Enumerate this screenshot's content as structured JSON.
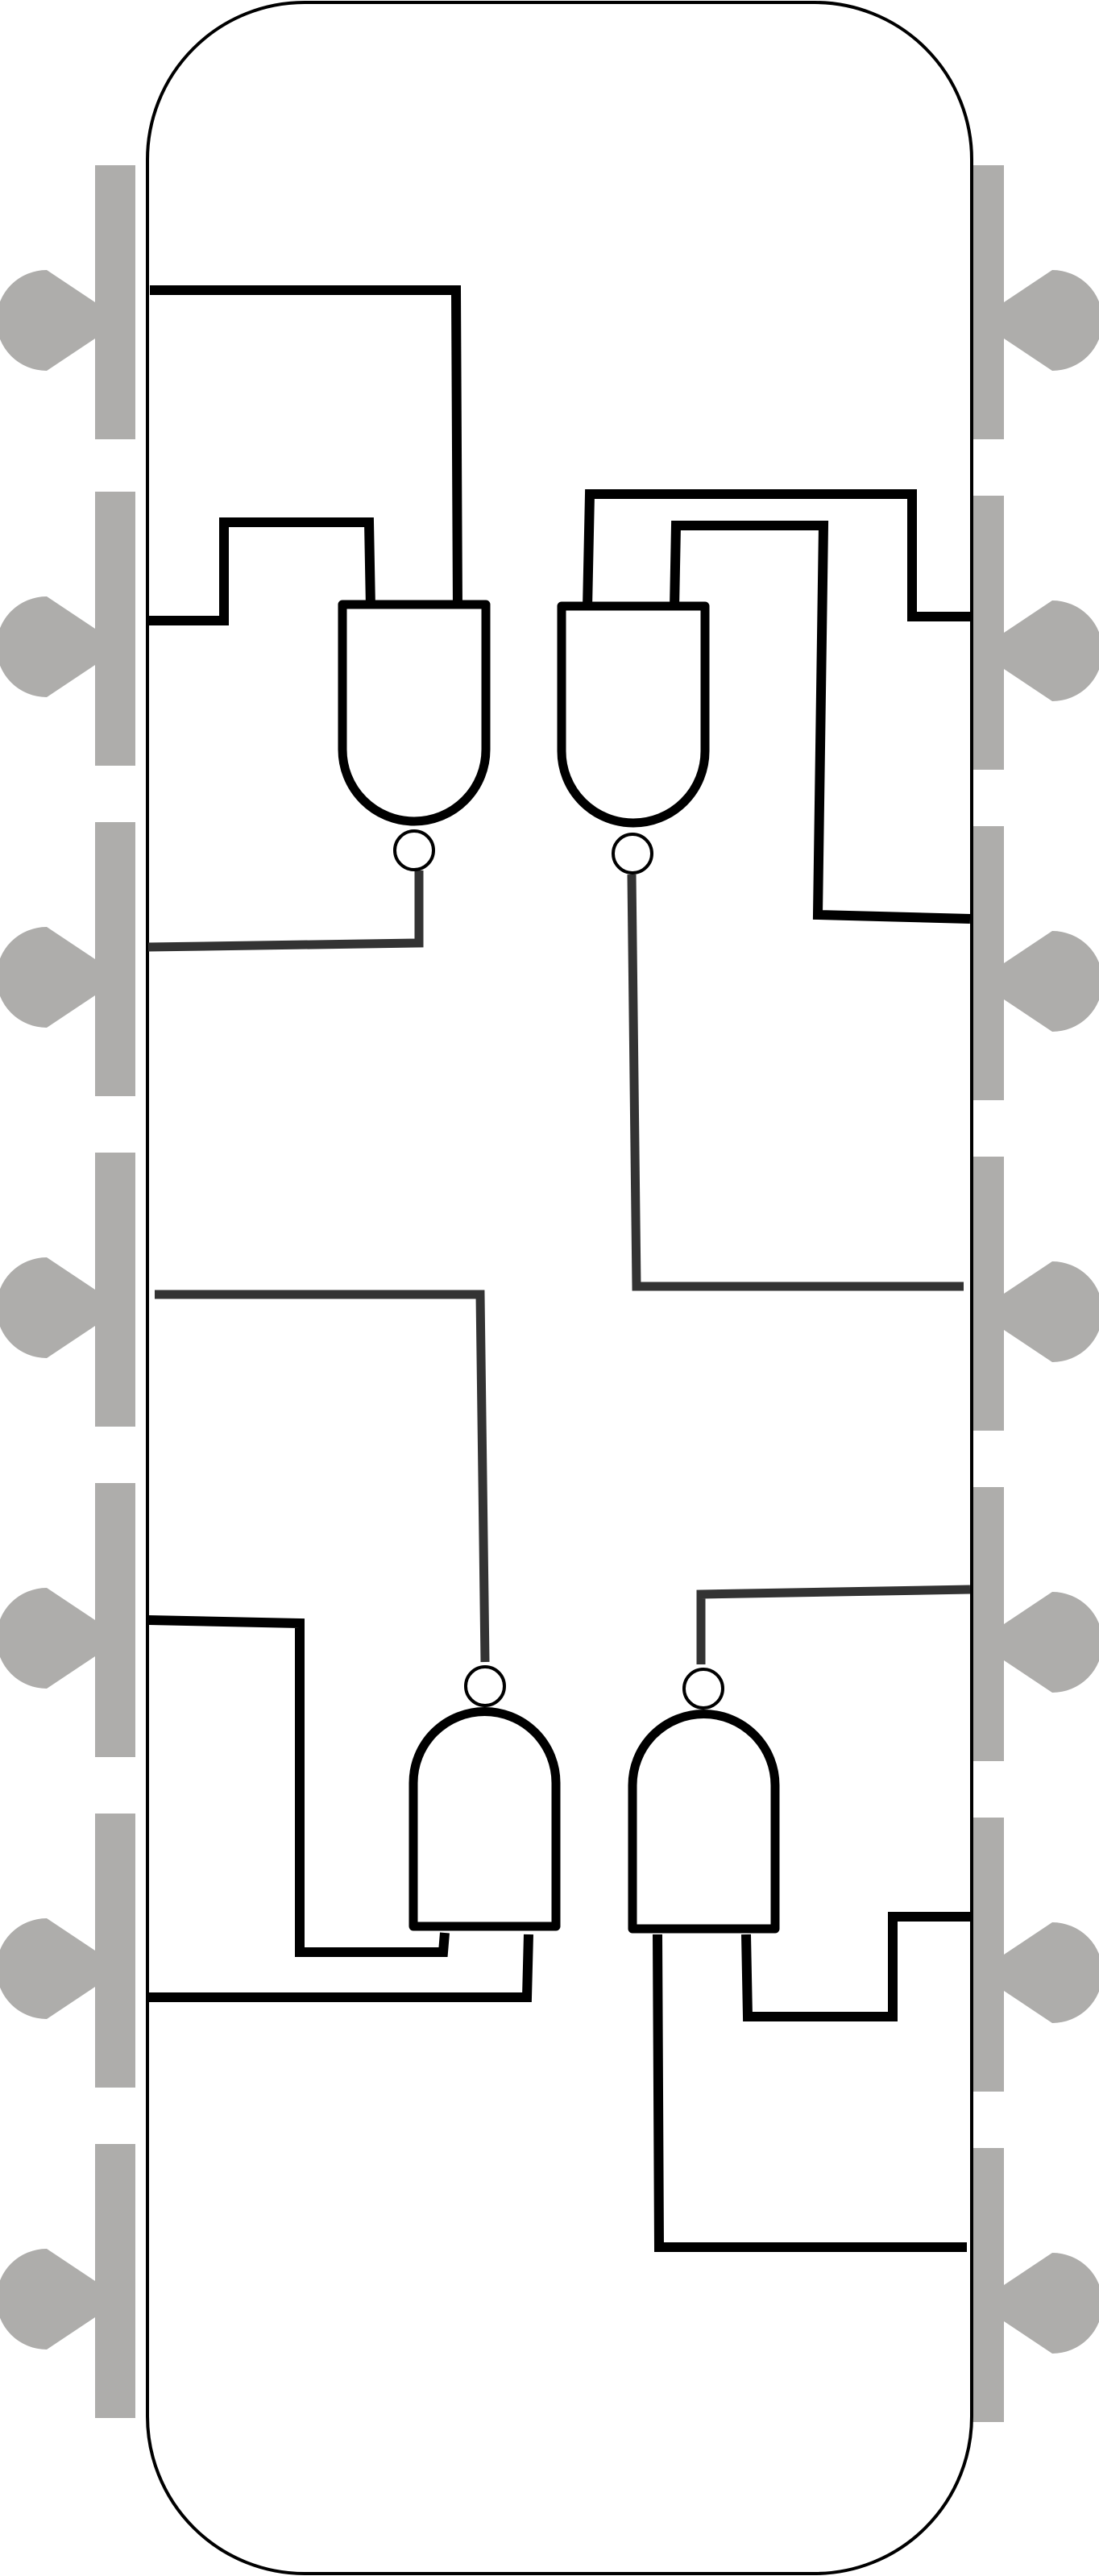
{
  "diagram": {
    "kind": "7400 quad 2-input NAND chip pinout",
    "colors": {
      "pin": "#aeadab",
      "wire": "#000000",
      "outline": "#000000",
      "background": "#ffffff"
    },
    "left_pins": [
      "pin",
      "pin",
      "pin",
      "pin",
      "pin",
      "pin",
      "pin"
    ],
    "right_pins": [
      "pin",
      "pin",
      "pin",
      "pin",
      "pin",
      "pin",
      "pin"
    ],
    "gates": [
      "nand",
      "nand",
      "nand",
      "nand"
    ]
  }
}
